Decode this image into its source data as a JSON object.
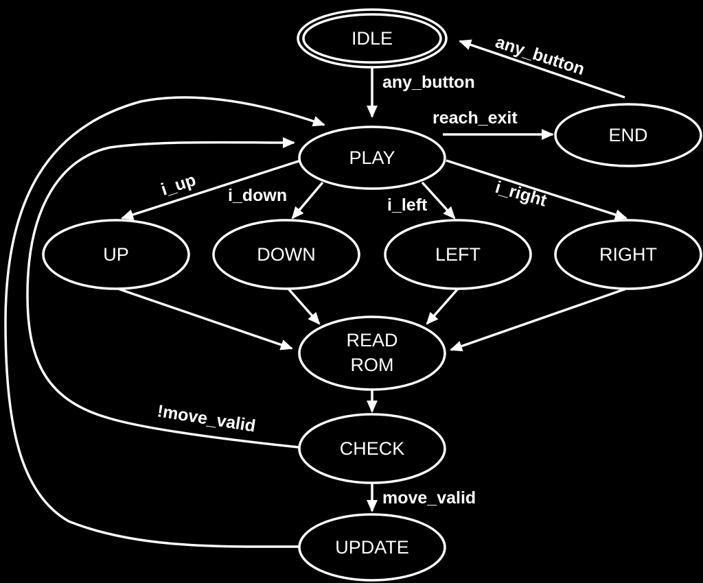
{
  "diagram": {
    "background": "#000000",
    "foreground": "#ffffff",
    "states": {
      "idle": "IDLE",
      "play": "PLAY",
      "end": "END",
      "up": "UP",
      "down": "DOWN",
      "left": "LEFT",
      "right": "RIGHT",
      "read_rom_line1": "READ",
      "read_rom_line2": "ROM",
      "check": "CHECK",
      "update": "UPDATE"
    },
    "edges": {
      "idle_to_play": "any_button",
      "end_to_idle": "any_button",
      "play_to_end": "reach_exit",
      "play_to_up": "i_up",
      "play_to_down": "i_down",
      "play_to_left": "i_left",
      "play_to_right": "i_right",
      "check_to_play": "!move_valid",
      "check_to_update": "move_valid"
    }
  }
}
